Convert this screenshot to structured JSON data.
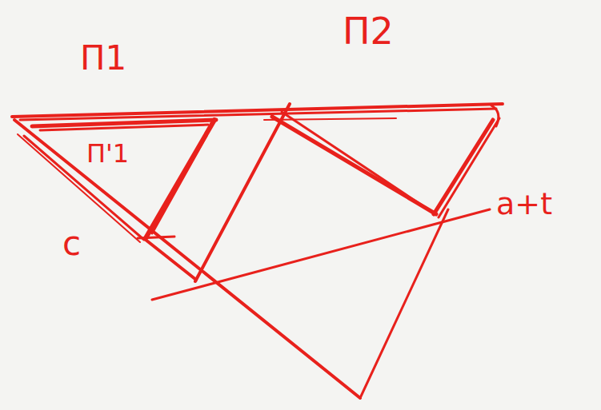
{
  "diagram": {
    "labels": [
      "Π1",
      "Π2",
      "Π'1",
      "c",
      "a+t"
    ]
  }
}
